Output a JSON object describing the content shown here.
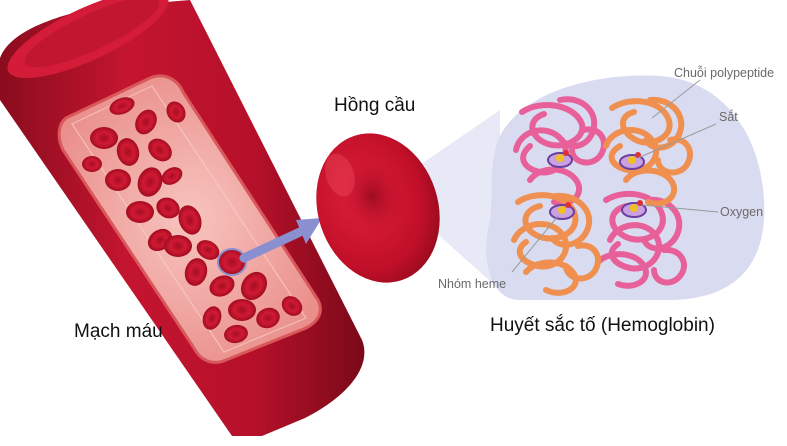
{
  "labels": {
    "vessel": "Mạch máu",
    "red_cell": "Hồng cầu",
    "hemoglobin": "Huyết sắc tố (Hemoglobin)",
    "polypeptide": "Chuỗi polypeptide",
    "iron": "Sắt",
    "oxygen": "Oxygen",
    "heme": "Nhóm heme"
  },
  "colors": {
    "vessel_outer": "#b5102a",
    "vessel_lumen": "#f1a7a2",
    "red_cell": "#c8102e",
    "zoom_region": "#d9dbf0",
    "arrow": "#8a8fd0",
    "chain_pink": "#e8609a",
    "chain_orange": "#f09050",
    "heme": "#6b3fa0",
    "iron": "#f0c020",
    "oxygen": "#e03030"
  },
  "icons": [
    "blood-vessel-illustration",
    "red-blood-cell-illustration",
    "hemoglobin-molecule-illustration"
  ]
}
